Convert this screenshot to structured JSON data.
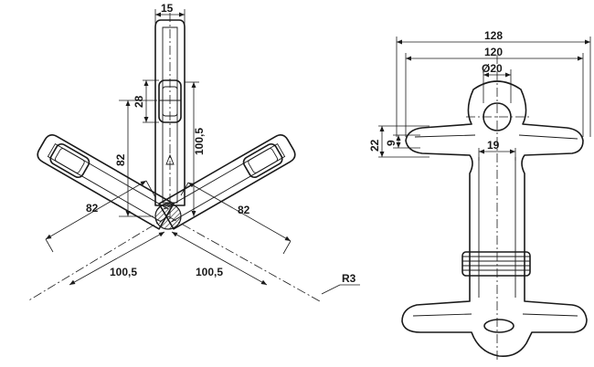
{
  "left_view": {
    "dims": {
      "width_top": "15",
      "slot_len": "28",
      "arm_len_vertical": "100,5",
      "center_offset": "82",
      "arm_left_82": "82",
      "arm_right_82": "82",
      "arm_left_100": "100,5",
      "arm_right_100": "100,5",
      "radius_tip": "R3"
    }
  },
  "right_view": {
    "dims": {
      "overall_width": "128",
      "inner_width": "120",
      "hole_diameter": "Ø20",
      "height_22": "22",
      "height_9": "9",
      "stem_width": "19"
    }
  }
}
